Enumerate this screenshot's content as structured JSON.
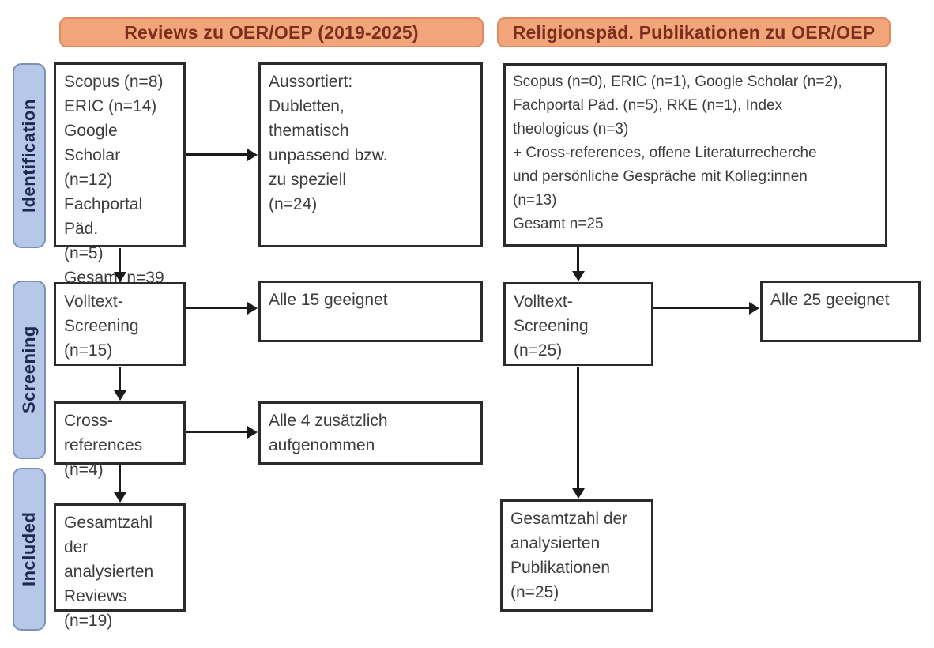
{
  "headers": {
    "left": "Reviews zu OER/OEP (2019-2025)",
    "right": "Religionspäd. Publikationen zu OER/OEP"
  },
  "stages": {
    "identification": "Identification",
    "screening": "Screening",
    "included": "Included"
  },
  "left_flow": {
    "identification_sources": "Scopus (n=8)\nERIC (n=14)\nGoogle Scholar\n(n=12)\nFachportal Päd.\n(n=5)\nGesamt n=39",
    "excluded": "Aussortiert:\nDubletten,\nthematisch\nunpassend bzw.\nzu speziell\n(n=24)",
    "fulltext_screening": "Volltext-\nScreening\n(n=15)",
    "all_suitable": "Alle 15 geeignet",
    "cross_references": "Cross-references\n(n=4)",
    "additionally_included": "Alle 4 zusätzlich\naufgenommen",
    "total_included": "Gesamtzahl der\nanalysierten\nReviews\n(n=19)"
  },
  "right_flow": {
    "identification_sources": "Scopus (n=0), ERIC (n=1), Google Scholar (n=2),\nFachportal Päd. (n=5), RKE (n=1), Index\ntheologicus (n=3)\n+ Cross-references, offene Literaturrecherche\nund persönliche Gespräche mit Kolleg:innen\n(n=13)\nGesamt n=25",
    "fulltext_screening": "Volltext-\nScreening\n(n=25)",
    "all_suitable": "Alle 25 geeignet",
    "total_included": "Gesamtzahl der\nanalysierten\nPublikationen\n(n=25)"
  },
  "colors": {
    "header_fill": "#f2a57b",
    "header_border": "#e08a5e",
    "header_text": "#7a2f1c",
    "stage_fill": "#b6c8e8",
    "stage_border": "#7d90b5",
    "stage_text": "#1c2c4e",
    "box_border": "#2b2b2b",
    "box_text": "#3d3d3d",
    "arrow": "#1a1a1a",
    "canvas_bg": "#ffffff"
  }
}
